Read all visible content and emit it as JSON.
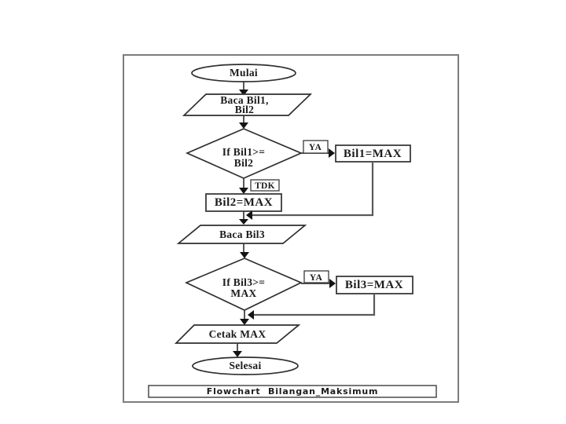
{
  "colors": {
    "background": "#ffffff",
    "frame_border": "#7c7c7c",
    "shape_stroke": "#2f2f2f",
    "connector": "#3a3a3a",
    "connector_long": "#5a5a5a",
    "arrow_fill": "#141414",
    "text": "#1b1b1b"
  },
  "flowchart": {
    "nodes": {
      "start": {
        "type": "terminator",
        "label": "Mulai"
      },
      "read_bil1_bil2": {
        "type": "input",
        "line1": "Baca Bil1,",
        "line2": "Bil2"
      },
      "decision1": {
        "type": "decision",
        "line1": "If Bil1>=",
        "line2": "Bil2"
      },
      "assign_bil1": {
        "type": "process",
        "label": "Bil1=MAX"
      },
      "assign_bil2": {
        "type": "process",
        "label": "Bil2=MAX"
      },
      "read_bil3": {
        "type": "input",
        "label": "Baca Bil3"
      },
      "decision2": {
        "type": "decision",
        "line1": "If Bil3>=",
        "line2": "MAX"
      },
      "assign_bil3": {
        "type": "process",
        "label": "Bil3=MAX"
      },
      "print_max": {
        "type": "output",
        "label": "Cetak MAX"
      },
      "end": {
        "type": "terminator",
        "label": "Selesai"
      }
    },
    "edge_labels": {
      "yes1": "YA",
      "no1": "TDK",
      "yes2": "YA"
    },
    "caption": "Flowchart Bilangan_Maksimum"
  }
}
